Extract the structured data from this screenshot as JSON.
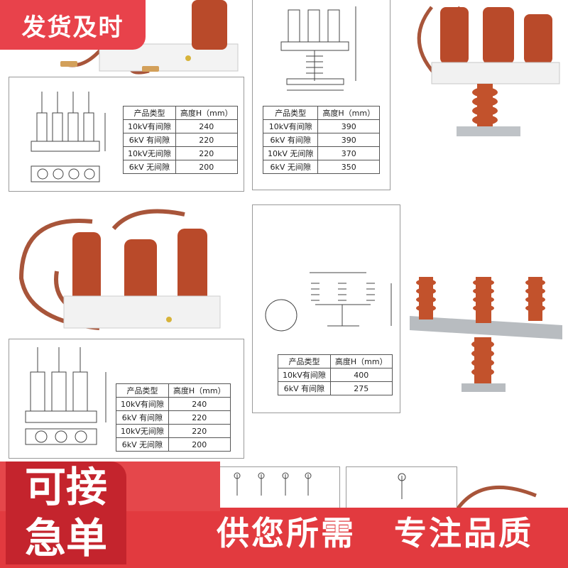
{
  "badges": {
    "top_left": "发货及时",
    "bottom_left_line1": "可接",
    "bottom_left_line2": "急单"
  },
  "slogans": {
    "left": "供您所需",
    "right": "专注品质"
  },
  "table_header": {
    "type": "产品类型",
    "height": "高度H（mm）"
  },
  "tables": {
    "t1": [
      {
        "type": "10kV有间隙",
        "height": "240"
      },
      {
        "type": "6kV 有间隙",
        "height": "220"
      },
      {
        "type": "10kV无间隙",
        "height": "220"
      },
      {
        "type": "6kV 无间隙",
        "height": "200"
      }
    ],
    "t2": [
      {
        "type": "10kV有间隙",
        "height": "390"
      },
      {
        "type": "6kV 有间隙",
        "height": "390"
      },
      {
        "type": "10kV 无间隙",
        "height": "370"
      },
      {
        "type": "6kV 无间隙",
        "height": "350"
      }
    ],
    "t3": [
      {
        "type": "10kV有间隙",
        "height": "400"
      },
      {
        "type": "6kV 有间隙",
        "height": "275"
      }
    ],
    "t4": [
      {
        "type": "10kV有间隙",
        "height": "240"
      },
      {
        "type": "6kV 有间隙",
        "height": "220"
      },
      {
        "type": "10kV无间隙",
        "height": "220"
      },
      {
        "type": "6kV 无间隙",
        "height": "200"
      }
    ]
  },
  "colors": {
    "brand_red": "#e23a3f",
    "arrester_orange": "#b94a2a",
    "housing_white": "#f1f1f1"
  }
}
